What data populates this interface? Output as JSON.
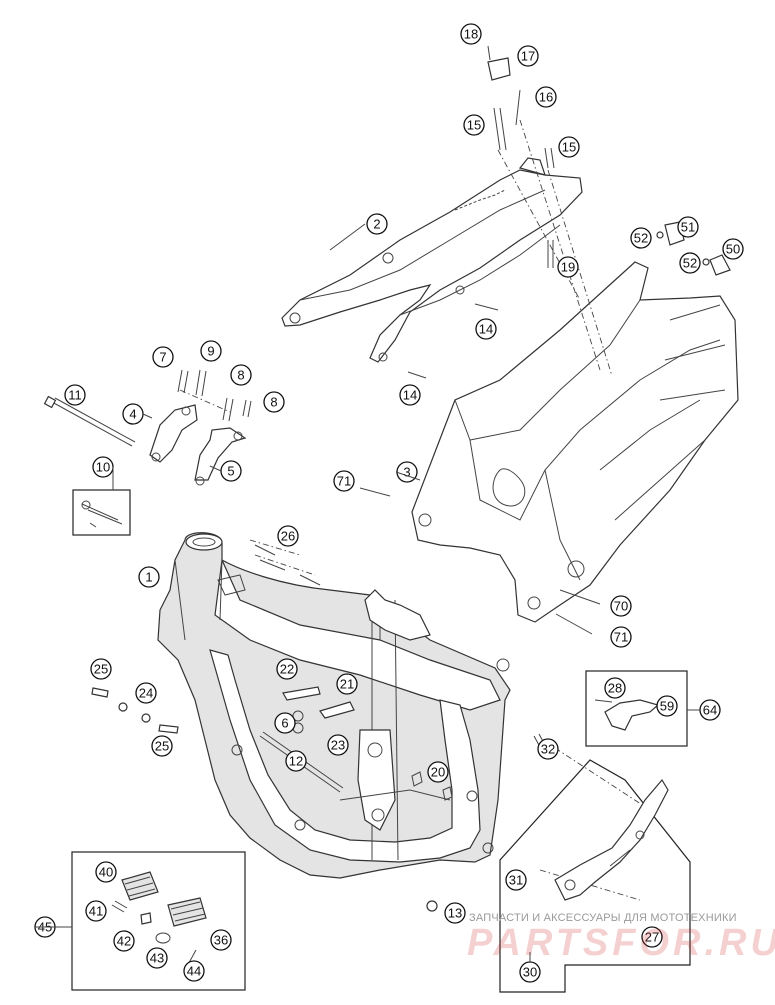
{
  "callouts": [
    "1",
    "2",
    "3",
    "4",
    "5",
    "7",
    "8",
    "8",
    "9",
    "10",
    "11",
    "12",
    "13",
    "14",
    "14",
    "15",
    "15",
    "16",
    "17",
    "18",
    "19",
    "20",
    "21",
    "22",
    "23",
    "24",
    "25",
    "25",
    "26",
    "27",
    "28",
    "30",
    "31",
    "32",
    "36",
    "40",
    "41",
    "42",
    "43",
    "44",
    "45",
    "50",
    "51",
    "52",
    "52",
    "59",
    "64",
    "70",
    "71",
    "71",
    "6"
  ],
  "watermark": {
    "caption": "ЗАПЧАСТИ И АКСЕССУАРЫ ДЛЯ МОТОТЕХНИКИ",
    "logo": "PARTSFOR.RU"
  },
  "colors": {
    "line": "#333333",
    "shade": "#e4e4e4",
    "watermark": "#cc2828"
  }
}
